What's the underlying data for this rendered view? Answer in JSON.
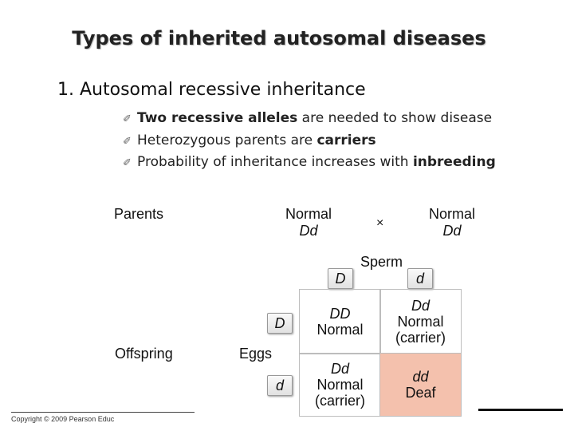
{
  "title": "Types of inherited autosomal diseases",
  "heading": "1.  Autosomal recessive inheritance",
  "bullets": [
    {
      "pre": "",
      "bold": "Two recessive alleles",
      "post": " are needed to show disease"
    },
    {
      "pre": "Heterozygous parents are ",
      "bold": "carriers",
      "post": ""
    },
    {
      "pre": "Probability of inheritance increases with ",
      "bold": "inbreeding",
      "post": ""
    }
  ],
  "bullet_icon": "triangle-bullet-icon",
  "diagram": {
    "parents_label": "Parents",
    "parent1": {
      "phenotype": "Normal",
      "genotype": "Dd"
    },
    "cross_symbol": "×",
    "parent2": {
      "phenotype": "Normal",
      "genotype": "Dd"
    },
    "sperm_label": "Sperm",
    "sperm_alleles": [
      "D",
      "d"
    ],
    "offspring_label": "Offspring",
    "eggs_label": "Eggs",
    "egg_alleles": [
      "D",
      "d"
    ],
    "cells": {
      "DD": {
        "genotype": "DD",
        "lines": [
          "Normal"
        ]
      },
      "Dd_top": {
        "genotype": "Dd",
        "lines": [
          "Normal",
          "(carrier)"
        ]
      },
      "Dd_bottom": {
        "genotype": "Dd",
        "lines": [
          "Normal",
          "(carrier)"
        ]
      },
      "dd": {
        "genotype": "dd",
        "lines": [
          "Deaf"
        ]
      }
    },
    "affected_color": "#f4c1ad"
  },
  "footer": "Copyright © 2009 Pearson Educ"
}
